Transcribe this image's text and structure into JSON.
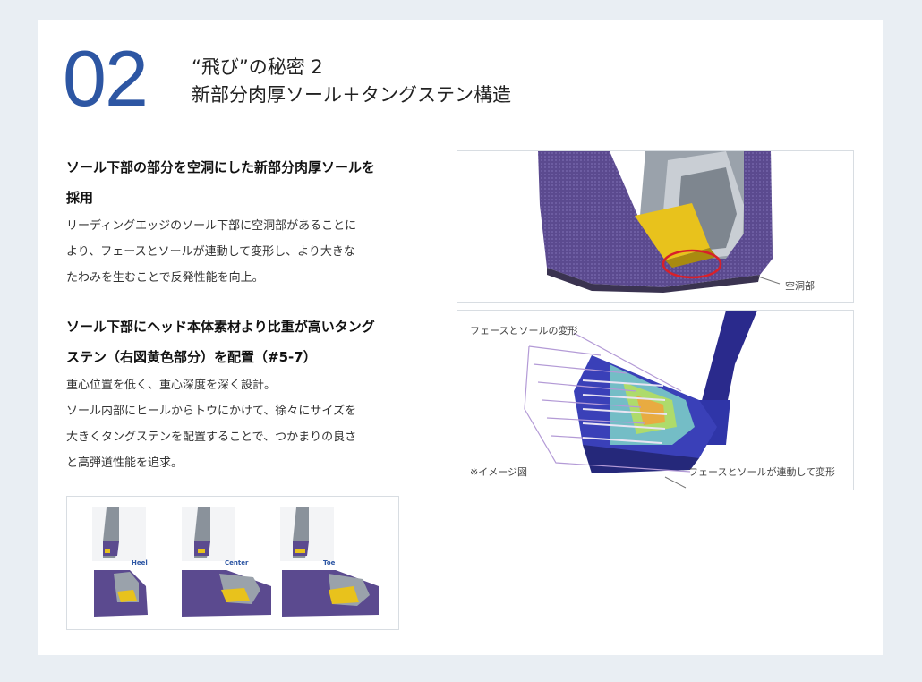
{
  "section": {
    "number": "02",
    "title_line1": "“飛び”の秘密 2",
    "title_line2": "新部分肉厚ソール＋タングステン構造"
  },
  "point1": {
    "heading_line1": "ソール下部の部分を空洞にした新部分肉厚ソールを",
    "heading_line2": "採用",
    "body_line1": "リーディングエッジのソール下部に空洞部があることに",
    "body_line2": "より、フェースとソールが連動して変形し、より大きな",
    "body_line3": "たわみを生むことで反発性能を向上。"
  },
  "point2": {
    "heading_line1": "ソール下部にヘッド本体素材より比重が高いタング",
    "heading_line2": "ステン（右図黄色部分）を配置（#5-7）",
    "body_line1": "重心位置を低く、重心深度を深く設計。",
    "body_line2": "ソール内部にヒールからトウにかけて、徐々にサイズを",
    "body_line3": "大きくタングステンを配置することで、つかまりの良さ",
    "body_line4": "と高弾道性能を追求。"
  },
  "figure_cavity": {
    "label": "空洞部"
  },
  "figure_deform": {
    "title": "フェースとソールの変形",
    "note": "※イメージ図",
    "callout": "フェースとソールが連動して変形"
  },
  "figure_positions": {
    "heel": "Heel",
    "center": "Center",
    "toe": "Toe"
  },
  "colors": {
    "accent_blue": "#2d56a3",
    "sole_purple": "#5b4a8f",
    "tungsten_yellow": "#e8c21c",
    "shaft_navy": "#2a2a8c",
    "highlight_red": "#d8202a"
  }
}
